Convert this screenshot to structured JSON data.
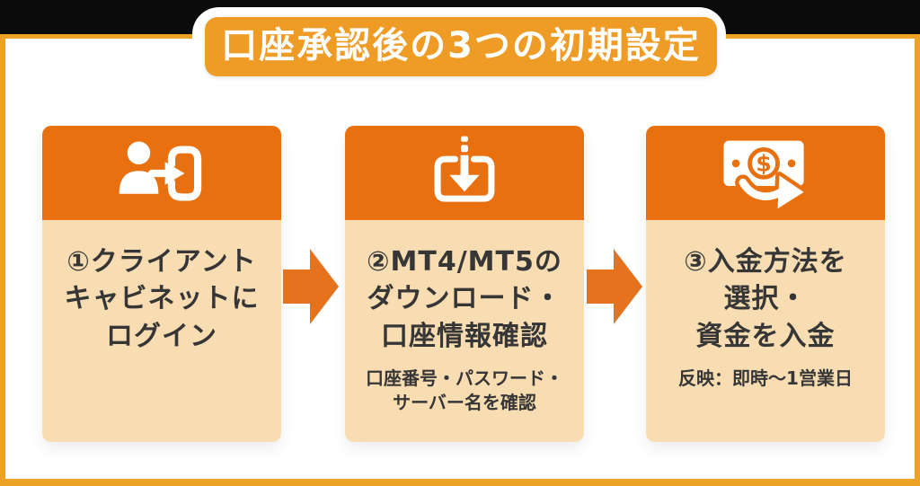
{
  "title": "口座承認後の3つの初期設定",
  "colors": {
    "frame_orange": "#EDA125",
    "banner_orange": "#EE9C25",
    "card_header_orange": "#E8700F",
    "arrow_orange": "#E5731E",
    "card_body_peach": "#F8DCB2",
    "text_dark": "#363636",
    "top_bar_black": "#0B0B0B"
  },
  "steps": [
    {
      "icon": "login-icon",
      "title_lines": [
        "①クライアント",
        "キャビネットに",
        "ログイン"
      ],
      "note_lines": []
    },
    {
      "icon": "download-icon",
      "title_lines": [
        "②MT4/MT5の",
        "ダウンロード・",
        "口座情報確認"
      ],
      "note_lines": [
        "口座番号・パスワード・",
        "サーバー名を確認"
      ]
    },
    {
      "icon": "money-deposit-icon",
      "title_lines": [
        "③入金方法を",
        "選択・",
        "資金を入金"
      ],
      "note_lines": [
        "反映：即時～1営業日"
      ]
    }
  ]
}
